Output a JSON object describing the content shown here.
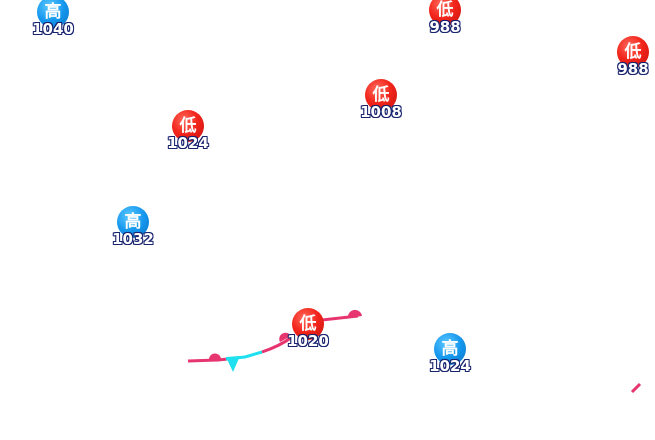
{
  "colors": {
    "low_center": "#e8231a",
    "high_center": "#1597ee",
    "pressure_text_outline": "#18236e",
    "warm_front": "#e6356f",
    "cold_front": "#1ee0ee",
    "background": "#ffffff"
  },
  "centers": [
    {
      "kind": "high",
      "symbol": "高",
      "pressure": "1040"
    },
    {
      "kind": "low",
      "symbol": "低",
      "pressure": "988"
    },
    {
      "kind": "low",
      "symbol": "低",
      "pressure": "988"
    },
    {
      "kind": "low",
      "symbol": "低",
      "pressure": "1008"
    },
    {
      "kind": "low",
      "symbol": "低",
      "pressure": "1024"
    },
    {
      "kind": "high",
      "symbol": "高",
      "pressure": "1032"
    },
    {
      "kind": "low",
      "symbol": "低",
      "pressure": "1020"
    },
    {
      "kind": "high",
      "symbol": "高",
      "pressure": "1024"
    }
  ],
  "fronts": [
    {
      "type": "warm-front",
      "color": "#e6356f"
    },
    {
      "type": "cold-front",
      "color": "#1ee0ee"
    },
    {
      "type": "warm-front",
      "color": "#e6356f"
    }
  ]
}
